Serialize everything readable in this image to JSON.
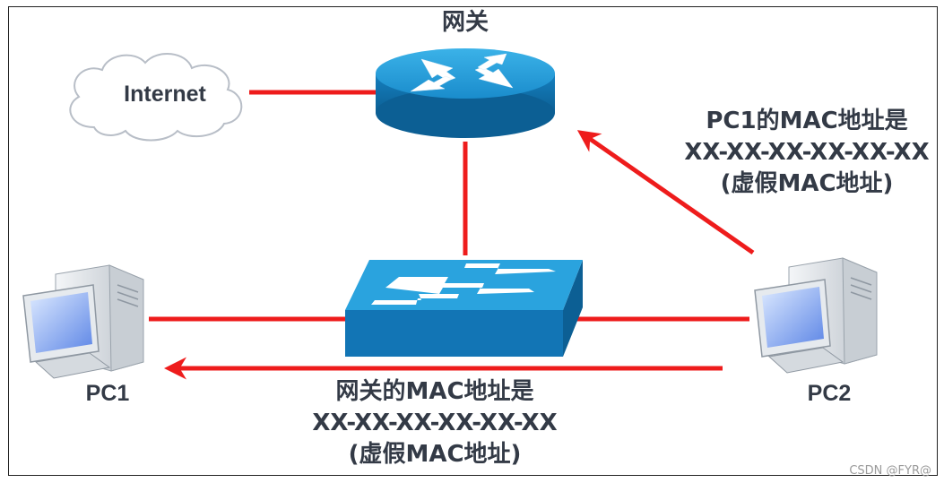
{
  "nodes": {
    "gateway_label": "网关",
    "internet_label": "Internet",
    "pc1_label": "PC1",
    "pc2_label": "PC2"
  },
  "annotations": {
    "pc2_to_gateway": [
      "PC1的MAC地址是",
      "XX-XX-XX-XX-XX-XX",
      "(虚假MAC地址)"
    ],
    "pc2_to_pc1": [
      "网关的MAC地址是",
      "XX-XX-XX-XX-XX-XX",
      "(虚假MAC地址)"
    ]
  },
  "watermark": "CSDN @FYR@",
  "colors": {
    "link": "#ee1c1c",
    "device_blue": "#1b8fce",
    "device_dark": "#0f6ea6",
    "text": "#333a46"
  },
  "icons": {
    "gateway": "router-icon",
    "switch": "switch-icon",
    "internet": "cloud-icon",
    "pc": "desktop-computer-icon"
  }
}
